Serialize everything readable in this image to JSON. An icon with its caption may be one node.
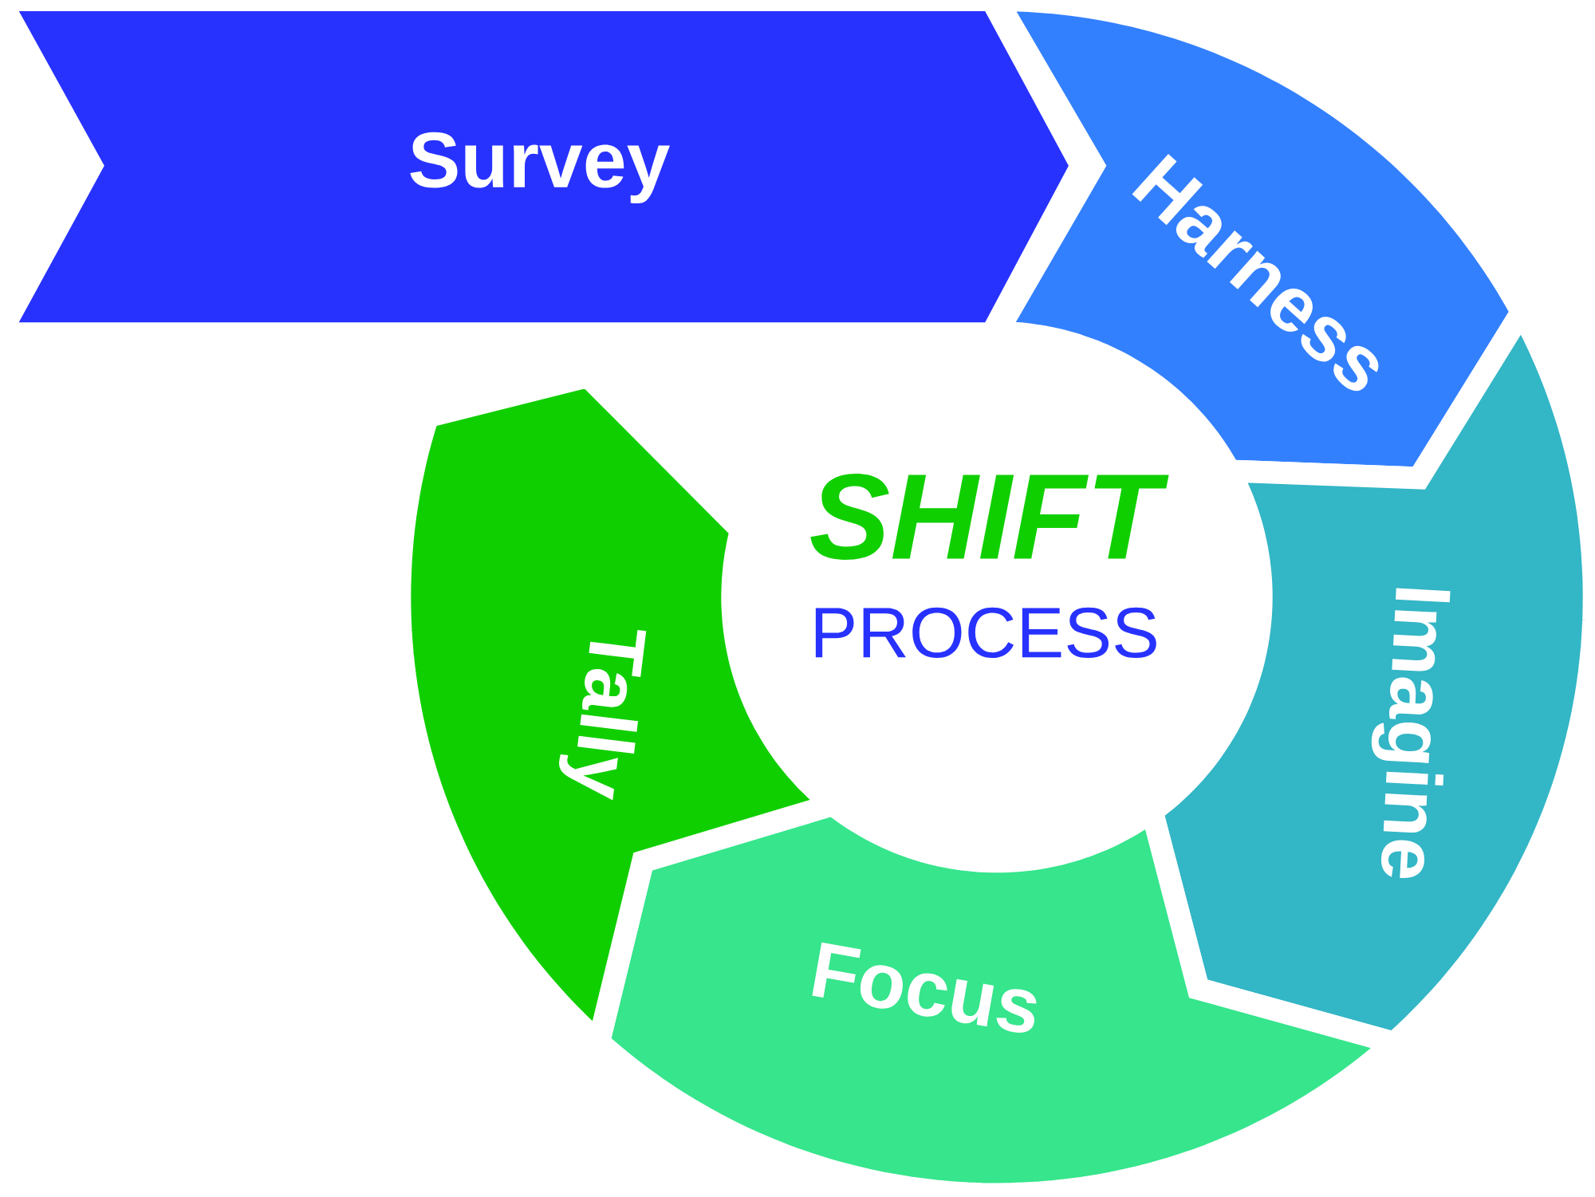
{
  "diagram": {
    "nodes": [
      {
        "text": [
          "Survey"
        ]
      },
      {
        "text": [
          "Harness"
        ]
      },
      {
        "text": [
          "Imagine"
        ]
      },
      {
        "text": [
          "Focus"
        ]
      },
      {
        "text": [
          "Tally"
        ]
      }
    ],
    "labels": [
      "SHIFT",
      "PROCESS"
    ]
  }
}
